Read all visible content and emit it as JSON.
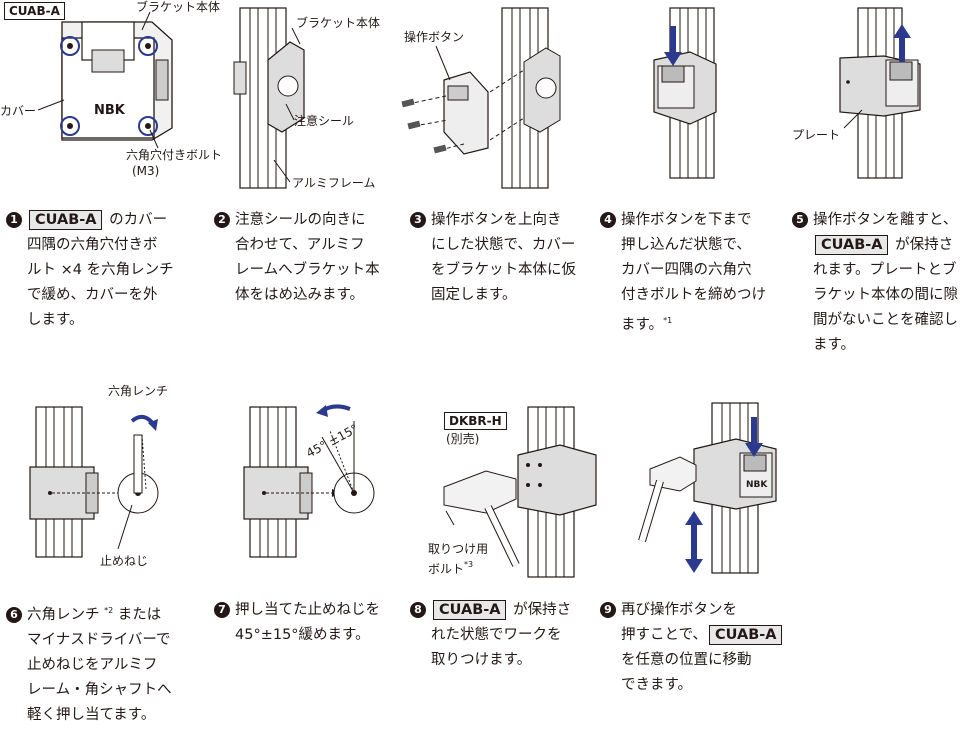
{
  "figure_labels": {
    "fig1_product": "CUAB-A",
    "fig1_bracket": "ブラケット本体",
    "fig1_cover": "カバー",
    "fig1_logo": "NBK",
    "fig1_bolt": "六角穴付きボルト",
    "fig1_bolt_size": "(M3)",
    "fig2_bracket": "ブラケット本体",
    "fig2_seal": "注意シール",
    "fig2_frame": "アルミフレーム",
    "fig3_button": "操作ボタン",
    "fig5_plate": "プレート",
    "fig6_wrench": "六角レンチ",
    "fig6_screw": "止めねじ",
    "fig7_angle_a": "45°",
    "fig7_angle_b": "±15°",
    "fig8_product": "DKBR-H",
    "fig8_sold": "(別売)",
    "fig8_bolt_a": "取りつけ用",
    "fig8_bolt_b": "ボルト",
    "fig8_bolt_note": "*3",
    "fig9_logo": "NBK"
  },
  "steps": [
    {
      "num": "1",
      "lines": [
        [
          "",
          "CUAB-A",
          " のカバー"
        ],
        [
          "四隅の六角穴付きボ"
        ],
        [
          "ルト ×4 を六角レンチ"
        ],
        [
          "で緩め、カバーを外"
        ],
        [
          "します。"
        ]
      ]
    },
    {
      "num": "2",
      "lines": [
        [
          "注意シールの向きに"
        ],
        [
          "合わせて、アルミフ"
        ],
        [
          "レームへブラケット本"
        ],
        [
          "体をはめ込みます。"
        ]
      ]
    },
    {
      "num": "3",
      "lines": [
        [
          "操作ボタンを上向き"
        ],
        [
          "にした状態で、カバー"
        ],
        [
          "をブラケット本体に仮"
        ],
        [
          "固定します。"
        ]
      ]
    },
    {
      "num": "4",
      "lines": [
        [
          "操作ボタンを下まで"
        ],
        [
          "押し込んだ状態で、"
        ],
        [
          "カバー四隅の六角穴"
        ],
        [
          "付きボルトを締めつけ"
        ],
        [
          "ます。"
        ]
      ],
      "note": "*1"
    },
    {
      "num": "5",
      "lines": [
        [
          "操作ボタンを離すと、"
        ],
        [
          "",
          "CUAB-A",
          " が保持さ"
        ],
        [
          "れます。プレートとブ"
        ],
        [
          "ラケット本体の間に隙"
        ],
        [
          "間がないことを確認し"
        ],
        [
          "ます。"
        ]
      ]
    },
    {
      "num": "6",
      "lines": [
        [
          "六角レンチ "
        ],
        [
          "マイナスドライバーで"
        ],
        [
          "止めねじをアルミフ"
        ],
        [
          "レーム・角シャフトへ"
        ],
        [
          "軽く押し当てます。"
        ]
      ],
      "note": "*2",
      "after_note": " または"
    },
    {
      "num": "7",
      "lines": [
        [
          "押し当てた止めねじを"
        ],
        [
          "45°±15°緩めます。"
        ]
      ]
    },
    {
      "num": "8",
      "lines": [
        [
          "",
          "CUAB-A",
          " が保持さ"
        ],
        [
          "れた状態でワークを"
        ],
        [
          "取りつけます。"
        ]
      ]
    },
    {
      "num": "9",
      "lines": [
        [
          "再び操作ボタンを"
        ],
        [
          "押すことで、",
          "CUAB-A",
          ""
        ],
        [
          "を任意の位置に移動"
        ],
        [
          "できます。"
        ]
      ]
    }
  ],
  "colors": {
    "text": "#231815",
    "accent": "#2b3a8f",
    "box_fill": "#e8e8e8"
  }
}
